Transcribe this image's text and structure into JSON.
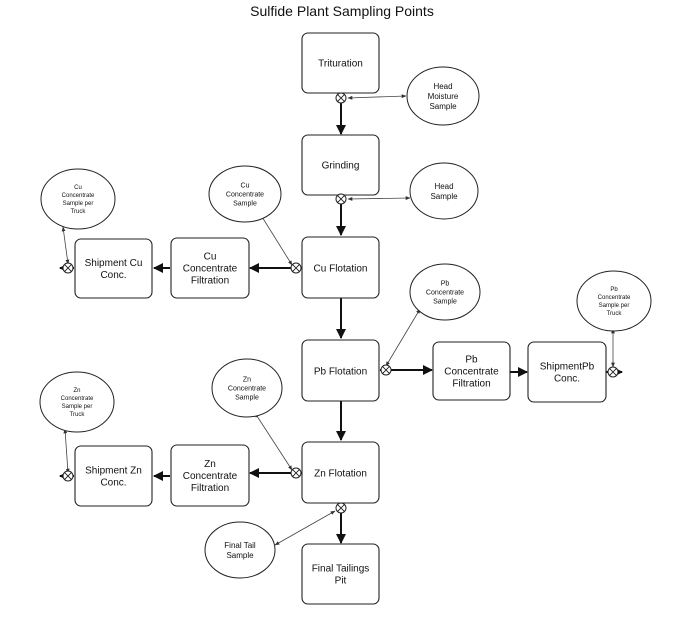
{
  "title": "Sulfide Plant Sampling Points",
  "process": {
    "trituration": [
      "Trituration"
    ],
    "grinding": [
      "Grinding"
    ],
    "cu_flotation": [
      "Cu Flotation"
    ],
    "pb_flotation": [
      "Pb Flotation"
    ],
    "zn_flotation": [
      "Zn Flotation"
    ],
    "final_tailings_pit": [
      "Final Tailings",
      "Pit"
    ],
    "cu_concentrate_filtration": [
      "Cu",
      "Concentrate",
      "Filtration"
    ],
    "pb_concentrate_filtration": [
      "Pb",
      "Concentrate",
      "Filtration"
    ],
    "zn_concentrate_filtration": [
      "Zn",
      "Concentrate",
      "Filtration"
    ],
    "shipment_cu_conc": [
      "Shipment Cu",
      "Conc."
    ],
    "shipment_pb_conc": [
      "ShipmentPb",
      "Conc."
    ],
    "shipment_zn_conc": [
      "Shipment Zn",
      "Conc."
    ]
  },
  "samples": {
    "head_moisture": [
      "Head",
      "Moisture",
      "Sample"
    ],
    "head": [
      "Head",
      "Sample"
    ],
    "cu_concentrate": [
      "Cu",
      "Concentrate",
      "Sample"
    ],
    "pb_concentrate": [
      "Pb",
      "Concentrate",
      "Sample"
    ],
    "zn_concentrate": [
      "Zn",
      "Concentrate",
      "Sample"
    ],
    "final_tail": [
      "Final Tail",
      "Sample"
    ],
    "cu_truck": [
      "Cu",
      "Concentrate",
      "Sample per",
      "Truck"
    ],
    "pb_truck": [
      "Pb",
      "Concentrate",
      "Sample per",
      "Truck"
    ],
    "zn_truck": [
      "Zn",
      "Concentrate",
      "Sample per",
      "Truck"
    ]
  }
}
